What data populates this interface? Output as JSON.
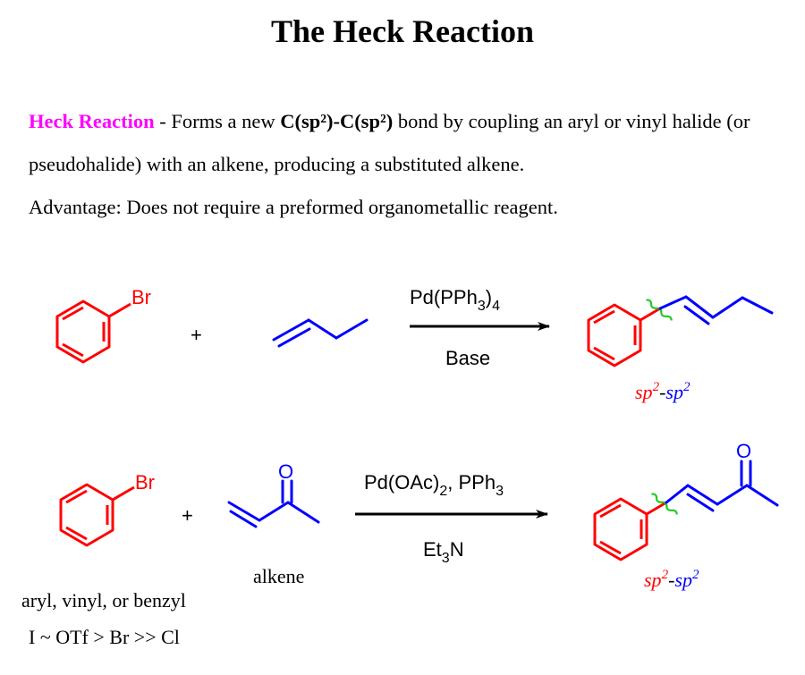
{
  "title": "The Heck Reaction",
  "intro": {
    "keyword": "Heck Reaction",
    "sep": " - Forms a new ",
    "bond": "C(sp²)-C(sp²)",
    "rest": " bond by coupling an aryl or vinyl halide (or pseudohalide) with an alkene, producing a substituted alkene.",
    "advantage": "Advantage: Does not require a preformed organometallic reagent."
  },
  "reaction1": {
    "halide_label": "Br",
    "plus": "+",
    "catalyst_main": "Pd(PPh",
    "catalyst_sub1": "3",
    "catalyst_end": ")",
    "catalyst_sub2": "4",
    "base": "Base",
    "sp_left": "sp",
    "sp_left_sup": "2",
    "sp_dash": "-",
    "sp_right": "sp",
    "sp_right_sup": "2"
  },
  "reaction2": {
    "halide_label": "Br",
    "plus": "+",
    "oxygen_label": "O",
    "catalyst_main": "Pd(OAc)",
    "catalyst_sub": "2",
    "catalyst_end": ", PPh",
    "catalyst_sub2": "3",
    "reagent_main": "Et",
    "reagent_sub": "3",
    "reagent_end": "N",
    "alkene_label": "alkene",
    "product_oxygen_label": "O",
    "sp_left": "sp",
    "sp_left_sup": "2",
    "sp_dash": "-",
    "sp_right": "sp",
    "sp_right_sup": "2"
  },
  "notes": {
    "halide_types": "aryl, vinyl, or benzyl",
    "reactivity": "I ~ OTf > Br >> Cl"
  },
  "colors": {
    "aryl": "#ff0000",
    "alkene": "#0000ff",
    "keyword": "#ff00ff",
    "wavy_bond": "#22cc22",
    "arrow": "#000000"
  }
}
